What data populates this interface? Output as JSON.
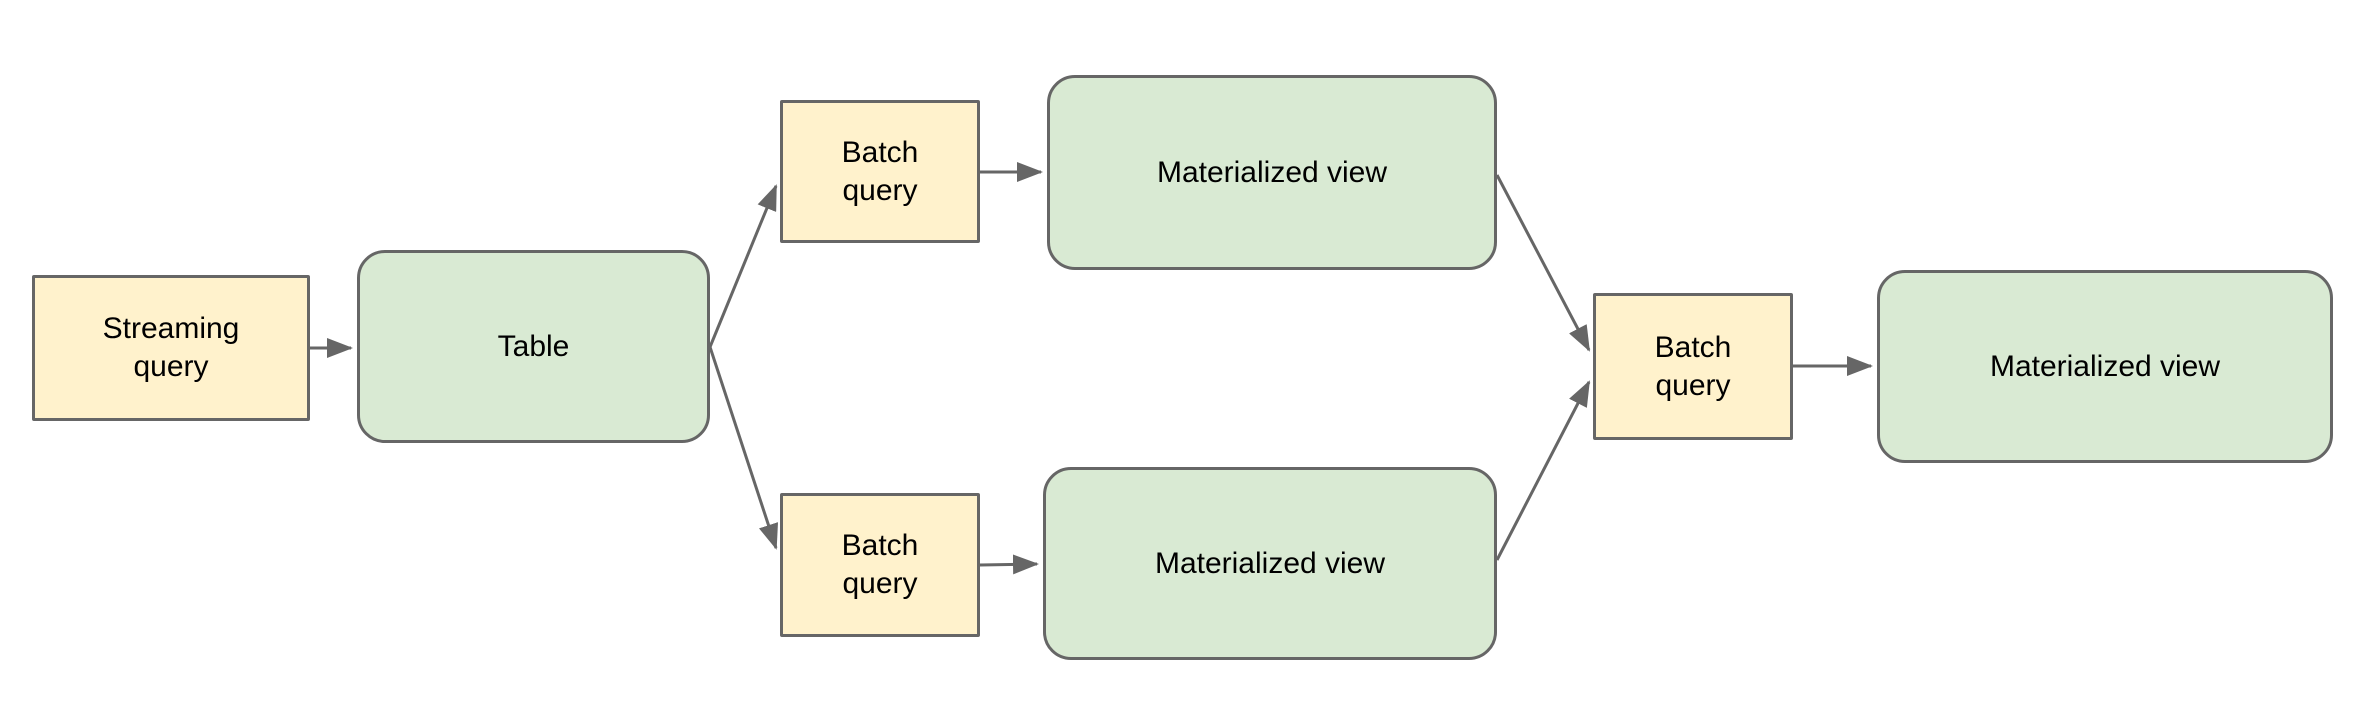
{
  "diagram": {
    "colors": {
      "query_fill": "#FFF2CC",
      "view_fill": "#D9EAD3",
      "border": "#666666",
      "arrow": "#666666",
      "text": "#000000",
      "background": "#FFFFFF"
    },
    "nodes": [
      {
        "id": "streaming-query",
        "type": "query",
        "label": [
          "Streaming",
          "query"
        ]
      },
      {
        "id": "table",
        "type": "view",
        "label": [
          "Table"
        ]
      },
      {
        "id": "batch-query-top",
        "type": "query",
        "label": [
          "Batch",
          "query"
        ]
      },
      {
        "id": "materialized-view-top",
        "type": "view",
        "label": [
          "Materialized view"
        ]
      },
      {
        "id": "batch-query-bottom",
        "type": "query",
        "label": [
          "Batch",
          "query"
        ]
      },
      {
        "id": "materialized-view-bottom",
        "type": "view",
        "label": [
          "Materialized view"
        ]
      },
      {
        "id": "batch-query-right",
        "type": "query",
        "label": [
          "Batch",
          "query"
        ]
      },
      {
        "id": "materialized-view-final",
        "type": "view",
        "label": [
          "Materialized view"
        ]
      }
    ],
    "edges": [
      {
        "from": "streaming-query",
        "to": "table"
      },
      {
        "from": "table",
        "to": "batch-query-top"
      },
      {
        "from": "table",
        "to": "batch-query-bottom"
      },
      {
        "from": "batch-query-top",
        "to": "materialized-view-top"
      },
      {
        "from": "batch-query-bottom",
        "to": "materialized-view-bottom"
      },
      {
        "from": "materialized-view-top",
        "to": "batch-query-right"
      },
      {
        "from": "materialized-view-bottom",
        "to": "batch-query-right"
      },
      {
        "from": "batch-query-right",
        "to": "materialized-view-final"
      }
    ]
  }
}
